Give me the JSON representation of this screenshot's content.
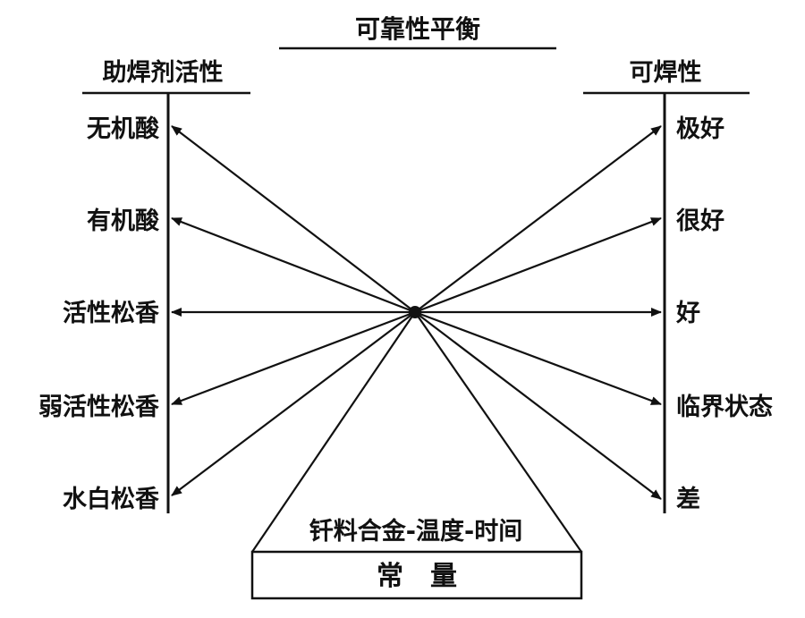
{
  "title": "可靠性平衡",
  "left_axis": {
    "title": "助焊剂活性",
    "items": [
      "无机酸",
      "有机酸",
      "活性松香",
      "弱活性松香",
      "水白松香"
    ]
  },
  "right_axis": {
    "title": "可焊性",
    "items": [
      "极好",
      "很好",
      "好",
      "临界状态",
      "差"
    ]
  },
  "base": {
    "label": "钎料合金-温度-时间",
    "box_label": "常量"
  },
  "colors": {
    "line": "#111111",
    "text": "#111111",
    "background": "#ffffff"
  }
}
